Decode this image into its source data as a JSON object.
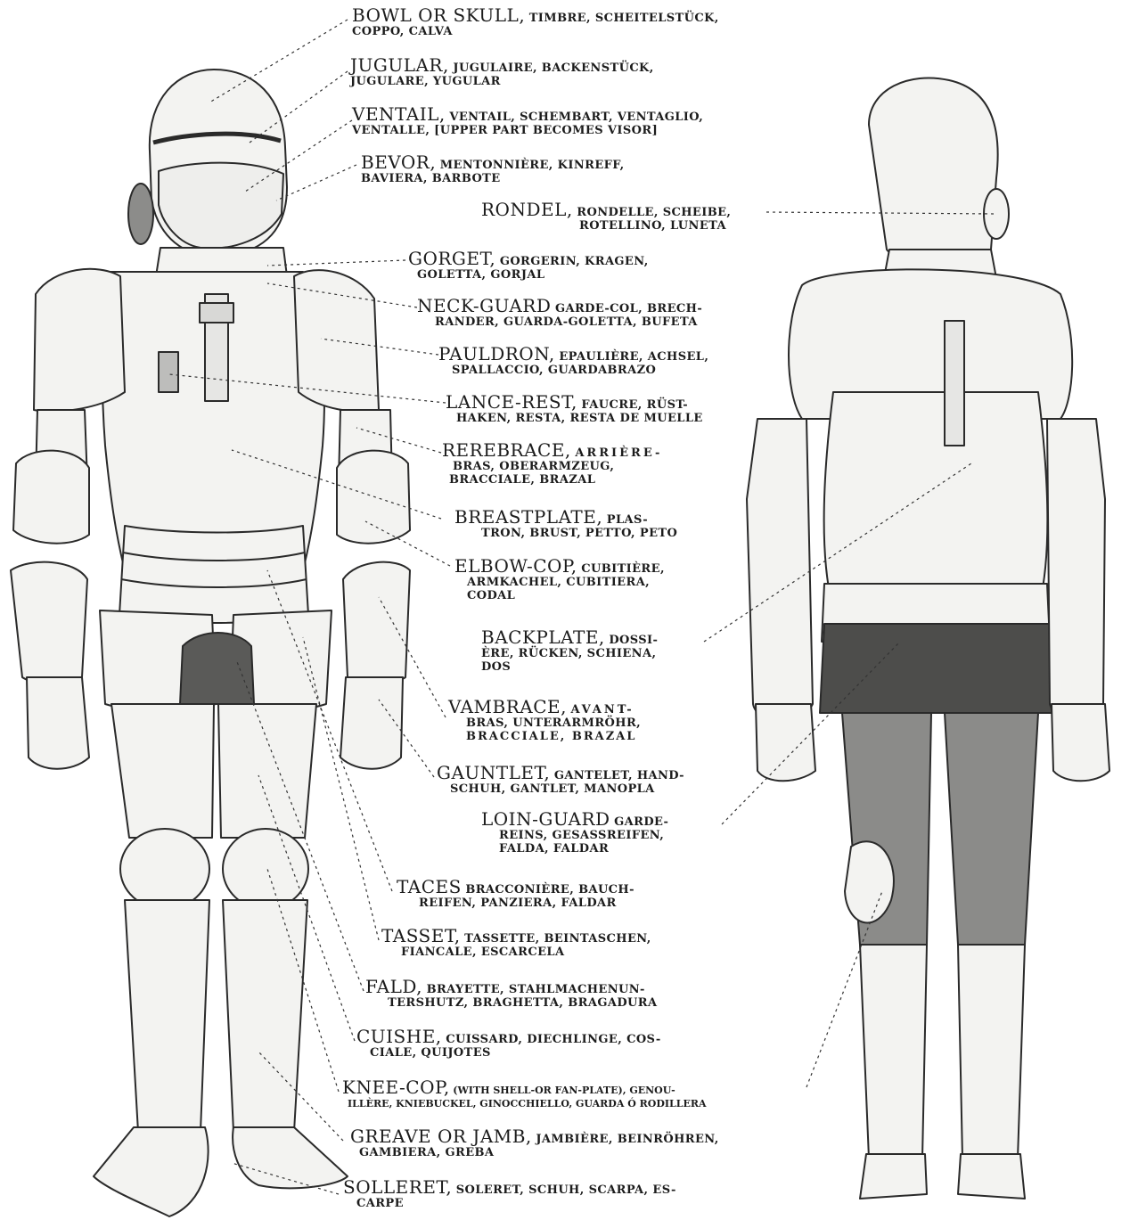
{
  "labels": [
    {
      "term": "BOWL OR SKULL,",
      "rest": "TIMBRE, SCHEITELSTÜCK,",
      "line2": "COPPO, CALVA"
    },
    {
      "term": "JUGULAR,",
      "rest": "JUGULAIRE,  BACKENSTÜCK,",
      "line2": "JUGULARE, YUGULAR"
    },
    {
      "term": "VENTAIL,",
      "rest": "VENTAIL, SCHEMBART, VENTAGLIO,",
      "line2": "VENTALLE, [UPPER PART BECOMES VISOR]"
    },
    {
      "term": "BEVOR,",
      "rest": "MENTONNIÈRE,  KINREFF,",
      "line2": "BAVIERA, BARBOTE"
    },
    {
      "term": "RONDEL,",
      "rest": "RONDELLE, SCHEIBE,",
      "line2": "ROTELLINO, LUNETA"
    },
    {
      "term": "GORGET,",
      "rest": "GORGERIN, KRAGEN,",
      "line2": "GOLETTA, GORJAL"
    },
    {
      "term": "NECK-GUARD",
      "rest": "GARDE-COL, BRECH-",
      "line2": "RANDER, GUARDA-GOLETTA, BUFETA"
    },
    {
      "term": "PAULDRON,",
      "rest": "EPAULIÈRE, ACHSEL,",
      "line2": "SPALLACCIO, GUARDABRAZO"
    },
    {
      "term": "LANCE-REST,",
      "rest": "FAUCRE, RÜST-",
      "line2": "HAKEN, RESTA, RESTA DE MUELLE"
    },
    {
      "term": "REREBRACE,",
      "rest": "ARRIÈRE-",
      "line2": "BRAS, OBERARMZEUG,",
      "line3": "BRACCIALE, BRAZAL"
    },
    {
      "term": "BREASTPLATE,",
      "rest": "PLAS-",
      "line2": "TRON, BRUST, PETTO, PETO"
    },
    {
      "term": "ELBOW-COP,",
      "rest": "CUBITIÈRE,",
      "line2": "ARMKACHEL, CUBITIERA,",
      "line3": "CODAL"
    },
    {
      "term": "BACKPLATE,",
      "rest": "DOSSI-",
      "line2": "ÈRE, RÜCKEN, SCHIENA,",
      "line3": "DOS"
    },
    {
      "term": "VAMBRACE,",
      "rest": "AVANT-",
      "line2": "BRAS, UNTERARMRÖHR,",
      "line3": "BRACCIALE, BRAZAL"
    },
    {
      "term": "GAUNTLET,",
      "rest": "GANTELET, HAND-",
      "line2": "SCHUH, GANTLET, MANOPLA"
    },
    {
      "term": "LOIN-GUARD",
      "rest": "GARDE-",
      "line2": "REINS, GESASSREIFEN,",
      "line3": "FALDA, FALDAR"
    },
    {
      "term": "TACES",
      "rest": "BRACCONIÈRE, BAUCH-",
      "line2": "REIFEN, PANZIERA, FALDAR"
    },
    {
      "term": "TASSET,",
      "rest": "TASSETTE, BEINTASCHEN,",
      "line2": "FIANCALE, ESCARCELA"
    },
    {
      "term": "FALD,",
      "rest": "BRAYETTE, STAHLMACHENUN-",
      "line2": "TERSHUTZ, BRAGHETTA, BRAGADURA"
    },
    {
      "term": "CUISHE,",
      "rest": "CUISSARD, DIECHLINGE, COS-",
      "line2": "CIALE, QUIJOTES"
    },
    {
      "term": "KNEE-COP,",
      "rest": "(WITH SHELL-OR FAN-PLATE), GENOU-",
      "line2": "ILLÈRE, KNIEBUCKEL, GINOCCHIELLO, GUARDA Ó RODILLERA"
    },
    {
      "term": "GREAVE OR JAMB,",
      "rest": "JAMBIÈRE, BEINRÖHREN,",
      "line2": "GAMBIERA, GREBA"
    },
    {
      "term": "SOLLERET,",
      "rest": "SOLERET, SCHUH, SCARPA, ES-",
      "line2": "CARPE"
    }
  ]
}
